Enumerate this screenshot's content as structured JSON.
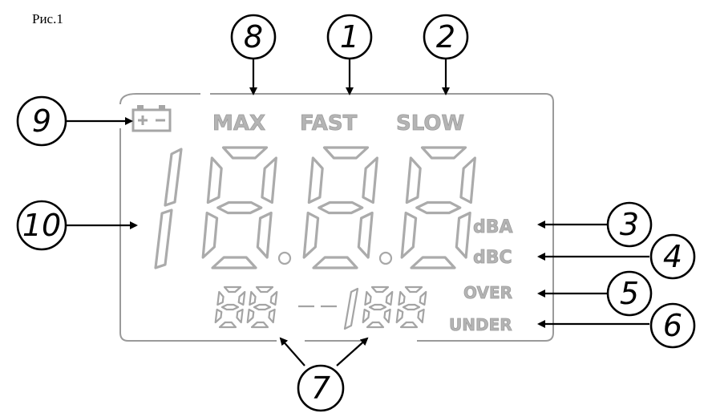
{
  "figure": {
    "title": "Рис.1"
  },
  "display": {
    "indicators": {
      "max": "MAX",
      "fast": "FAST",
      "slow": "SLOW",
      "dba": "dBA",
      "dbc": "dBC",
      "over": "OVER",
      "under": "UNDER"
    }
  },
  "callouts": [
    "1",
    "2",
    "3",
    "4",
    "5",
    "6",
    "7",
    "8",
    "9",
    "10"
  ],
  "colors": {
    "segment": "#ababab",
    "frame": "#9a9a9a",
    "callout": "#000000"
  }
}
